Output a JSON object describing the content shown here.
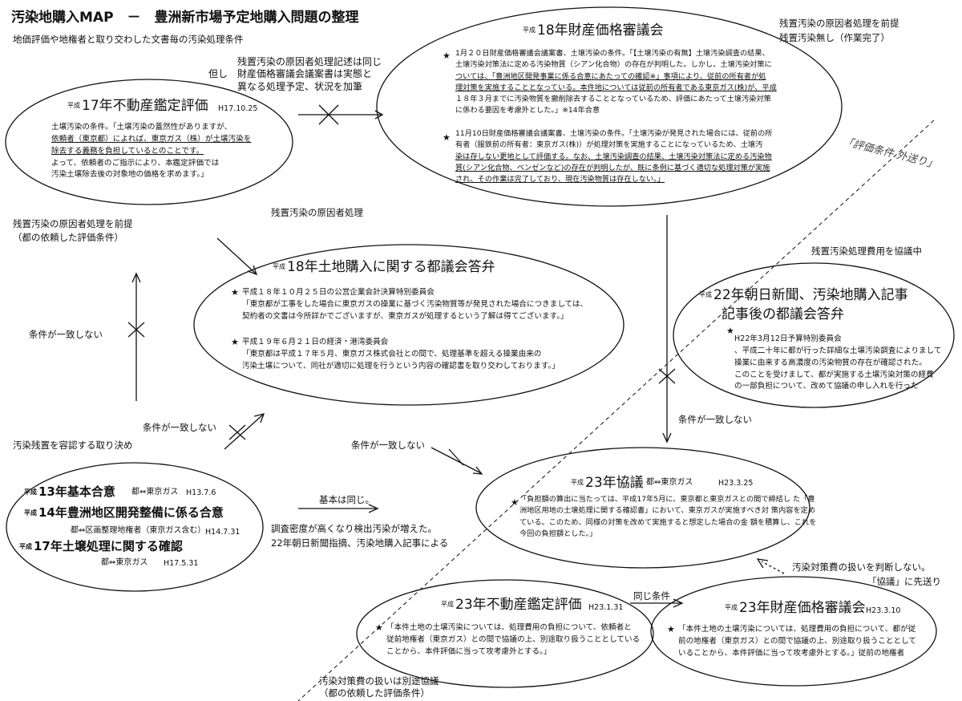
{
  "header": {
    "title": "汚染地購入MAP　－　豊洲新市場予定地購入問題の整理",
    "subtitle": "地価評価や地権者と取り交わした文書毎の汚染処理条件"
  },
  "heisei": "平成",
  "nodes": {
    "h17_appraisal": {
      "title": "17年不動産鑑定評価",
      "date": "H17.10.25",
      "lines": [
        "土壌汚染の条件。「土壌汚染の蓋然性がありますが、",
        "依頼者（東京都）によれば、東京ガス（株）が土壌汚染を",
        "除去する義務を負担しているとのことです。",
        "よって、依頼者のご指示により、本鑑定評価では",
        "汚染土壌除去後の対象地の価格を求めます。」"
      ]
    },
    "h18_council": {
      "title": "18年財産価格審議会",
      "star": "★",
      "p1": [
        "1月２０日財産価格審議会議案書、土壌汚染の条件。「【土壌汚染の有無】土壌汚染調査の結果、",
        "土壌汚染対策法に定める汚染物質（シアン化合物）の存在が判明した。しかし、土壌汚染対策に",
        "ついては、「豊洲地区開発事業に係る合意にあたっての確認※」事項により、従前の所有者が処",
        "理対策を実施することとなっている。本件地については従前の所有者である東京ガス(株)が、平成",
        "１８年３月までに汚染物質を撤削除去することとなっているため、評価にあたって土壌汚染対策",
        "に係わる要因を考慮外とした。」※14年合意"
      ],
      "p2": [
        "11月10日財産価格審議会議案書、土壌汚染の条件。「土壌汚染が発見された場合には、従前の所",
        "有者（服鉄前の所有者：東京ガス(株)）が処理対策を実施することになっているため、土壌汚",
        "染は存しない更地として評価する。なお、土壌汚染調査の結果、土壌汚染対策法に定める汚染物",
        "質(シアン化合物、ベンゼンなど)の存在が判明したが、既に条例に基づく適切な処理対策が実施",
        "され、その作業は完了しており、現在汚染物質は存在しない。」"
      ]
    },
    "h18_assembly": {
      "title": "18年土地購入に関する都議会答弁",
      "star": "★",
      "items": [
        {
          "head": "平成１８年１０月２５日の公営企業会計決算特別委員会",
          "body": "「東京都が工事をした場合に東京ガスの操業に基づく汚染物質等が発見された場合につきましては、",
          "body2": "契約者の文書は今所詳かでございますが、東京ガスが処理するという了解は得てございます。」"
        },
        {
          "head": "平成１９年６月２１日の経済・港湾委員会",
          "body": "「東京都は平成１７年５月、東京ガス株式会社との間で、処理基準を超える操業由来の",
          "body2": "汚染土壌について、同社が適切に処理を行うという内容の確認書を取り交わしております。」"
        }
      ]
    },
    "h22_asahi": {
      "title1": "22年朝日新聞、汚染地購入記事",
      "title2": "記事後の都議会答弁",
      "star": "★",
      "head": "H22年3月12日予算特別委員会",
      "lines": [
        "、平成二十年に都が行った詳細な土壌汚染調査によりまして",
        "操業に由来する高濃度の汚染物質の存在が確認された。",
        "このことを受けまして、都が実施する土壌汚染対策の経費",
        "の一部負担について、改めて協議の申し入れを行った"
      ]
    },
    "agreements": {
      "a1": "13年基本合意",
      "a1_party": "都⇔東京ガス",
      "a1_date": "H13.7.6",
      "a2": "14年豊洲地区開発整備に係る合意",
      "a2_party": "都⇔区画整理地権者（東京ガス含む）",
      "a2_date": "H14.7.31",
      "a3": "17年土壌処理に関する確認",
      "a3_party": "都⇔東京ガス",
      "a3_date": "H17.5.31"
    },
    "h23_talks": {
      "title": "23年協議",
      "party": "都⇔東京ガス",
      "date": "H23.3.25",
      "star": "★",
      "lines": [
        "「負担額の算出に当たっては、平成17年5月に、東京都と東京ガスとの間で締結し た「豊",
        "洲地区用地の土壌処理に関する確認書」において、東京ガスが実施すべき対 策内容を定め",
        "ている。このため、同様の対策を改めて実施すると想定した場合の金 額を積算し、これを",
        "今回の負担額とした。」"
      ]
    },
    "h23_appraisal": {
      "title": "23年不動産鑑定評価",
      "date": "H23.1.31",
      "star": "★",
      "lines": [
        "「本件土地の土壌汚染については、処理費用の負担について、依頼者と",
        "従前地権者（東京ガス）との間で協議の上、別途取り扱うこととしている",
        "ことから、本件評価に当って攻考慮外とする。」"
      ]
    },
    "h23_council": {
      "title": "23年財産価格審議会",
      "date": "H23.3.10",
      "star": "★",
      "lines": [
        "「本件土地の土壌汚染については、処理費用の負担について、都が従",
        "前の地権者（東京ガス）との間で協議の上、別途取り扱うこととして",
        "いることから、本件評価に当って攻考慮外とする。」従前の地権者"
      ]
    }
  },
  "labels": {
    "proviso": "但し",
    "note_top_1": "残置汚染の原因者処理記述は同じ",
    "note_top_2": "財産価格審議会議案書は実態と",
    "note_top_3": "異なる処理予定、状況を加筆",
    "right_top_1": "残置汚染の原因者処理を前提",
    "right_top_2": "残置汚染無し（作業完了）",
    "left_mid_1": "残置汚染の原因者処理を前提",
    "left_mid_2": "（都の依頼した評価条件）",
    "center_mid": "残置汚染の原因者処理",
    "right_mid": "残置汚染処理費用を協議中",
    "mismatch_left": "条件が一致しない",
    "mismatch_center": "条件が一致しない",
    "mismatch_lowcenter": "条件が一致しない",
    "mismatch_right": "条件が一致しない",
    "residual_agreement": "汚染残置を容認する取り決め",
    "basic_same": "基本は同じ。",
    "density_1": "調査密度が高くなり検出汚染が増えた。",
    "density_2": "22年朝日新聞指摘、汚染地購入記事による",
    "same_condition": "同じ条件",
    "undecided": "汚染対策費の扱いを判断しない。",
    "precede": "「協議」に先送り",
    "bottom_1": "汚染対策費の扱いは別途協議",
    "bottom_2": "（都の依頼した評価条件）",
    "handwritten": "「評価条件\n外送り」"
  }
}
